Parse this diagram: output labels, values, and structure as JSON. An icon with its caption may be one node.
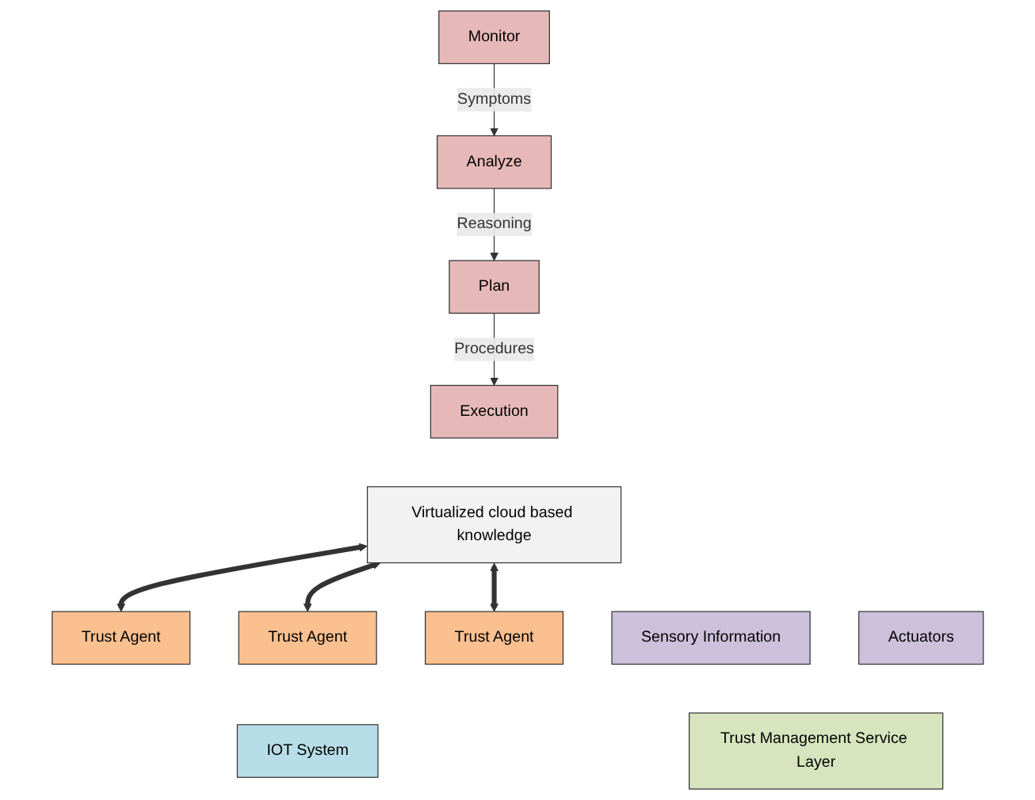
{
  "diagram": {
    "nodes": [
      {
        "text": [
          "Analyze"
        ]
      },
      {
        "text": [
          "Plan"
        ]
      },
      {
        "text": [
          "Virtualized cloud based knowledge"
        ]
      },
      {
        "text": [
          "Monitor"
        ]
      },
      {
        "text": [
          "Execution"
        ]
      },
      {
        "text": [
          "Sensory Information"
        ]
      },
      {
        "text": [
          "Actuators"
        ]
      },
      {
        "text": [
          "Trust Management Service Layer"
        ]
      },
      {
        "text": [
          "Trust Agent"
        ]
      },
      {
        "text": [
          "Trust Agent"
        ]
      },
      {
        "text": [
          "Trust Agent"
        ]
      },
      {
        "text": [
          "IOT System"
        ]
      }
    ],
    "edges": [
      {
        "from": 3,
        "to": 0,
        "arrow": "to",
        "label": "Symptoms"
      },
      {
        "from": 0,
        "to": 1,
        "arrow": "to",
        "label": "Reasoning"
      },
      {
        "from": 1,
        "to": 4,
        "arrow": "to",
        "label": "Procedures"
      },
      {
        "from": 2,
        "to": 8,
        "arrow": "both",
        "style": "thick"
      },
      {
        "from": 2,
        "to": 9,
        "arrow": "both",
        "style": "thick"
      },
      {
        "from": 2,
        "to": 10,
        "arrow": "both",
        "style": "thick"
      }
    ]
  }
}
